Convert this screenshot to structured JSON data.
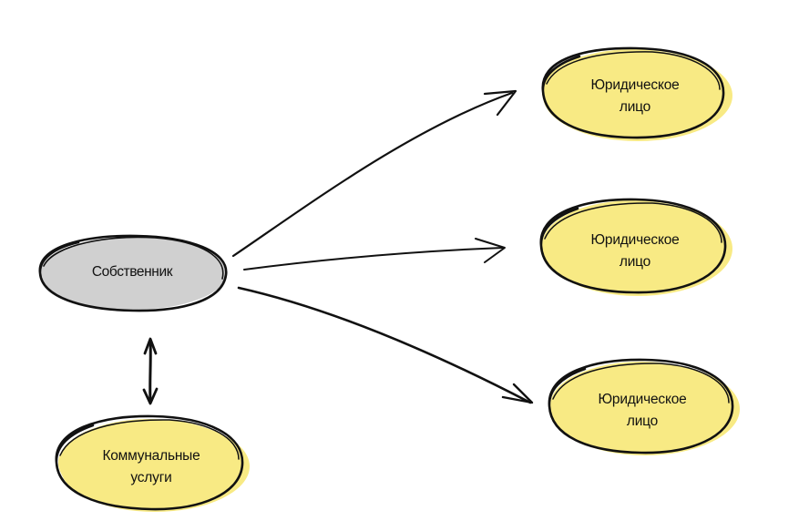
{
  "colors": {
    "owner_fill": "#d0d0d0",
    "legal_fill": "#f8ea84",
    "stroke": "#111111"
  },
  "nodes": {
    "owner": {
      "label": "Собственник"
    },
    "legal_1": {
      "line1": "Юридическое",
      "line2": "лицо"
    },
    "legal_2": {
      "line1": "Юридическое",
      "line2": "лицо"
    },
    "legal_3": {
      "line1": "Юридическое",
      "line2": "лицо"
    },
    "utilities": {
      "line1": "Коммунальные",
      "line2": "услуги"
    }
  }
}
